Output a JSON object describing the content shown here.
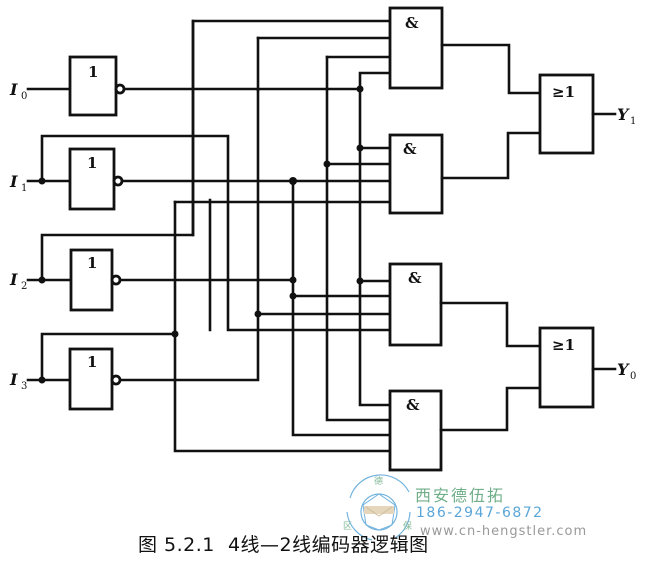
{
  "diagram": {
    "title": "4线—2线编码器逻辑图",
    "caption": "图 5.2.1  4线—2线编码器逻辑图",
    "figure_number": "图 5.2.1",
    "inputs": [
      {
        "name": "I",
        "sub": "0"
      },
      {
        "name": "I",
        "sub": "1"
      },
      {
        "name": "I",
        "sub": "2"
      },
      {
        "name": "I",
        "sub": "3"
      }
    ],
    "outputs": [
      {
        "name": "Y",
        "sub": "1"
      },
      {
        "name": "Y",
        "sub": "0"
      }
    ],
    "not_gates": [
      {
        "symbol": "1"
      },
      {
        "symbol": "1"
      },
      {
        "symbol": "1"
      },
      {
        "symbol": "1"
      }
    ],
    "and_gates": [
      {
        "symbol": "&"
      },
      {
        "symbol": "&"
      },
      {
        "symbol": "&"
      },
      {
        "symbol": "&"
      }
    ],
    "or_gates": [
      {
        "symbol": "≥1"
      },
      {
        "symbol": "≥1"
      }
    ]
  },
  "watermark": {
    "company": "西安德伍拓",
    "phone": "186-2947-6872",
    "url": "www.cn-hengstler.com",
    "logo_chars": [
      "德",
      "区",
      "保"
    ]
  }
}
